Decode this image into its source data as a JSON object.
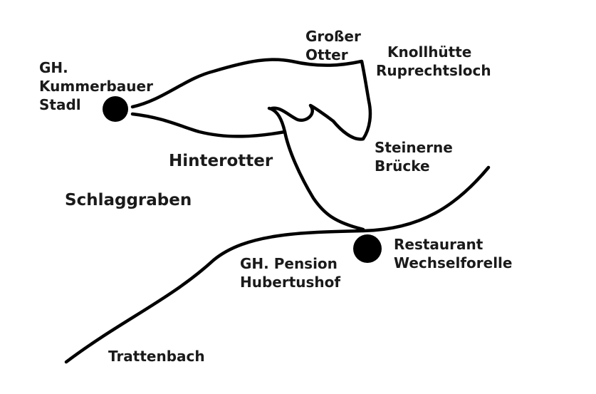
{
  "places": {
    "kummerbauer": {
      "line1": "GH.",
      "line2": "Kummerbauer",
      "line3": "Stadl"
    },
    "grosser_otter": {
      "line1": "Großer",
      "line2": "Otter"
    },
    "knollhuette": {
      "line1": "Knollhütte",
      "line2": "Ruprechtsloch"
    },
    "steinerne_bruecke": {
      "line1": "Steinerne",
      "line2": "Brücke"
    },
    "hinterotter": {
      "label": "Hinterotter"
    },
    "schlaggraben": {
      "label": "Schlaggraben"
    },
    "restaurant": {
      "line1": "Restaurant",
      "line2": "Wechselforelle"
    },
    "hubertushof": {
      "line1": "GH. Pension",
      "line2": "Hubertushof"
    },
    "trattenbach": {
      "label": "Trattenbach"
    }
  },
  "colors": {
    "ink": "#000000",
    "text": "#1a1a1a",
    "background": "#ffffff"
  }
}
